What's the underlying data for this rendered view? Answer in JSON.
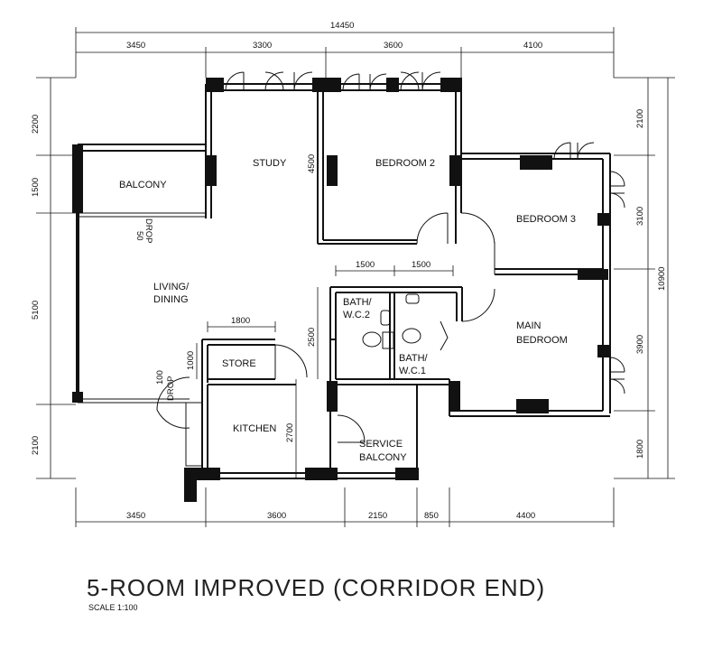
{
  "title": "5-ROOM IMPROVED (CORRIDOR END)",
  "scale": "SCALE  1:100",
  "rooms": {
    "study": "STUDY",
    "bedroom2": "BEDROOM 2",
    "bedroom3": "BEDROOM 3",
    "balcony": "BALCONY",
    "living1": "LIVING/",
    "living2": "DINING",
    "bath2a": "BATH/",
    "bath2b": "W.C.2",
    "bath1a": "BATH/",
    "bath1b": "W.C.1",
    "main1": "MAIN",
    "main2": "BEDROOM",
    "store": "STORE",
    "kitchen": "KITCHEN",
    "service1": "SERVICE",
    "service2": "BALCONY",
    "drop1": "50",
    "drop1b": "DROP",
    "drop2": "100",
    "drop2b": "DROP"
  },
  "dimensions": {
    "overall_top": "14450",
    "top_1": "3450",
    "top_2": "3300",
    "top_3": "3600",
    "top_4": "4100",
    "bottom_1": "3450",
    "bottom_2": "3600",
    "bottom_3": "2150",
    "bottom_4": "850",
    "bottom_5": "4400",
    "left_1": "2200",
    "left_2": "1500",
    "left_3": "5100",
    "left_4": "2100",
    "right_1": "2100",
    "right_2": "3100",
    "right_3": "3900",
    "right_4": "1800",
    "overall_right": "10900",
    "inner_4500": "4500",
    "inner_1500a": "1500",
    "inner_1500b": "1500",
    "inner_1800": "1800",
    "inner_1000": "1000",
    "inner_2500": "2500",
    "inner_2700": "2700"
  }
}
